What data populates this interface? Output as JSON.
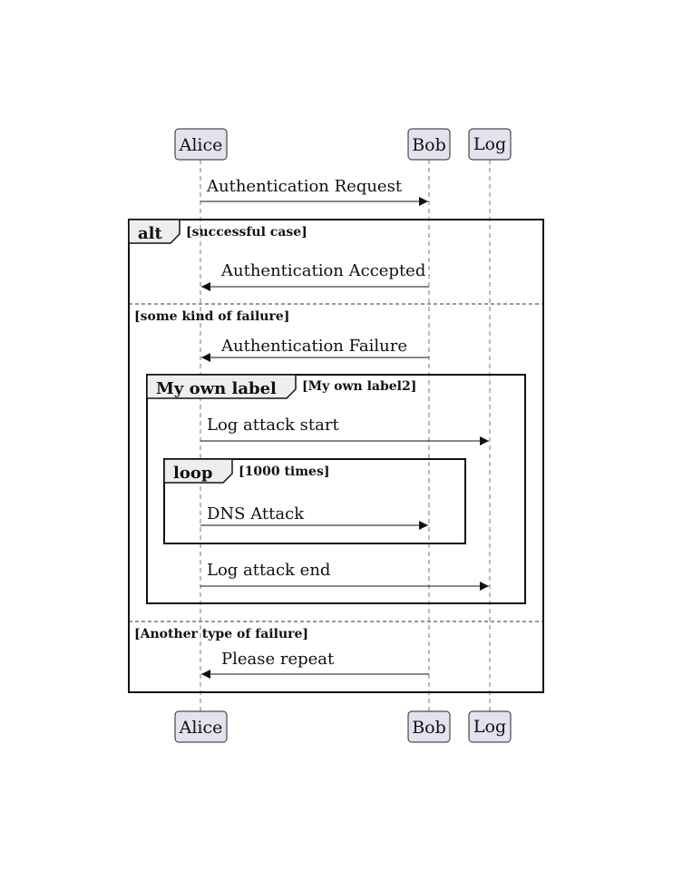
{
  "participants": {
    "alice": "Alice",
    "bob": "Bob",
    "log": "Log"
  },
  "messages": {
    "auth_request": "Authentication Request",
    "auth_accepted": "Authentication Accepted",
    "auth_failure": "Authentication Failure",
    "log_attack_start": "Log attack start",
    "dns_attack": "DNS Attack",
    "log_attack_end": "Log attack end",
    "please_repeat": "Please repeat"
  },
  "fragments": {
    "alt": {
      "label": "alt",
      "guard_1": "[successful case]",
      "guard_2": "[some kind of failure]",
      "guard_3": "[Another type of failure]"
    },
    "group": {
      "label": "My own label",
      "guard": "[My own label2]"
    },
    "loop": {
      "label": "loop",
      "guard": "[1000 times]"
    }
  },
  "colors": {
    "participant_fill": "#e2e2f0",
    "fragment_tab_fill": "#eeeeee",
    "line": "#111111"
  }
}
